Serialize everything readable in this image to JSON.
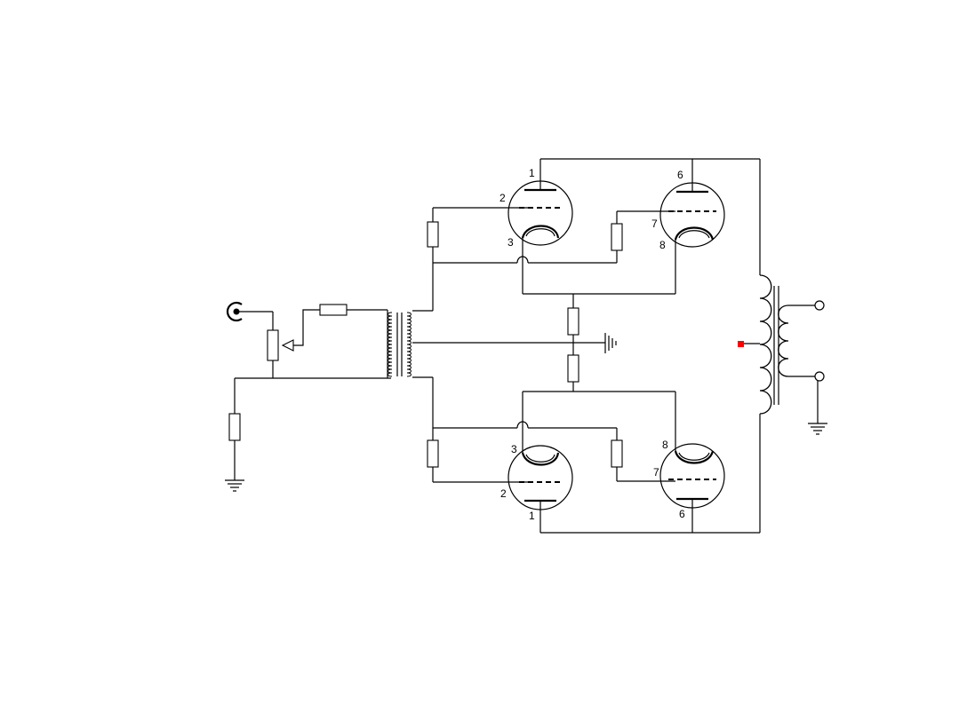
{
  "upper_left_tube": {
    "plate_pin": "1",
    "grid_pin": "2",
    "cathode_pin": "3"
  },
  "upper_right_tube": {
    "plate_pin": "6",
    "grid_pin": "7",
    "cathode_pin": "8"
  },
  "lower_left_tube": {
    "plate_pin": "1",
    "grid_pin": "2",
    "cathode_pin": "3"
  },
  "lower_right_tube": {
    "plate_pin": "6",
    "grid_pin": "7",
    "cathode_pin": "8"
  },
  "colors": {
    "wire": "#000000",
    "marker": "#ff0000",
    "background": "#ffffff"
  }
}
